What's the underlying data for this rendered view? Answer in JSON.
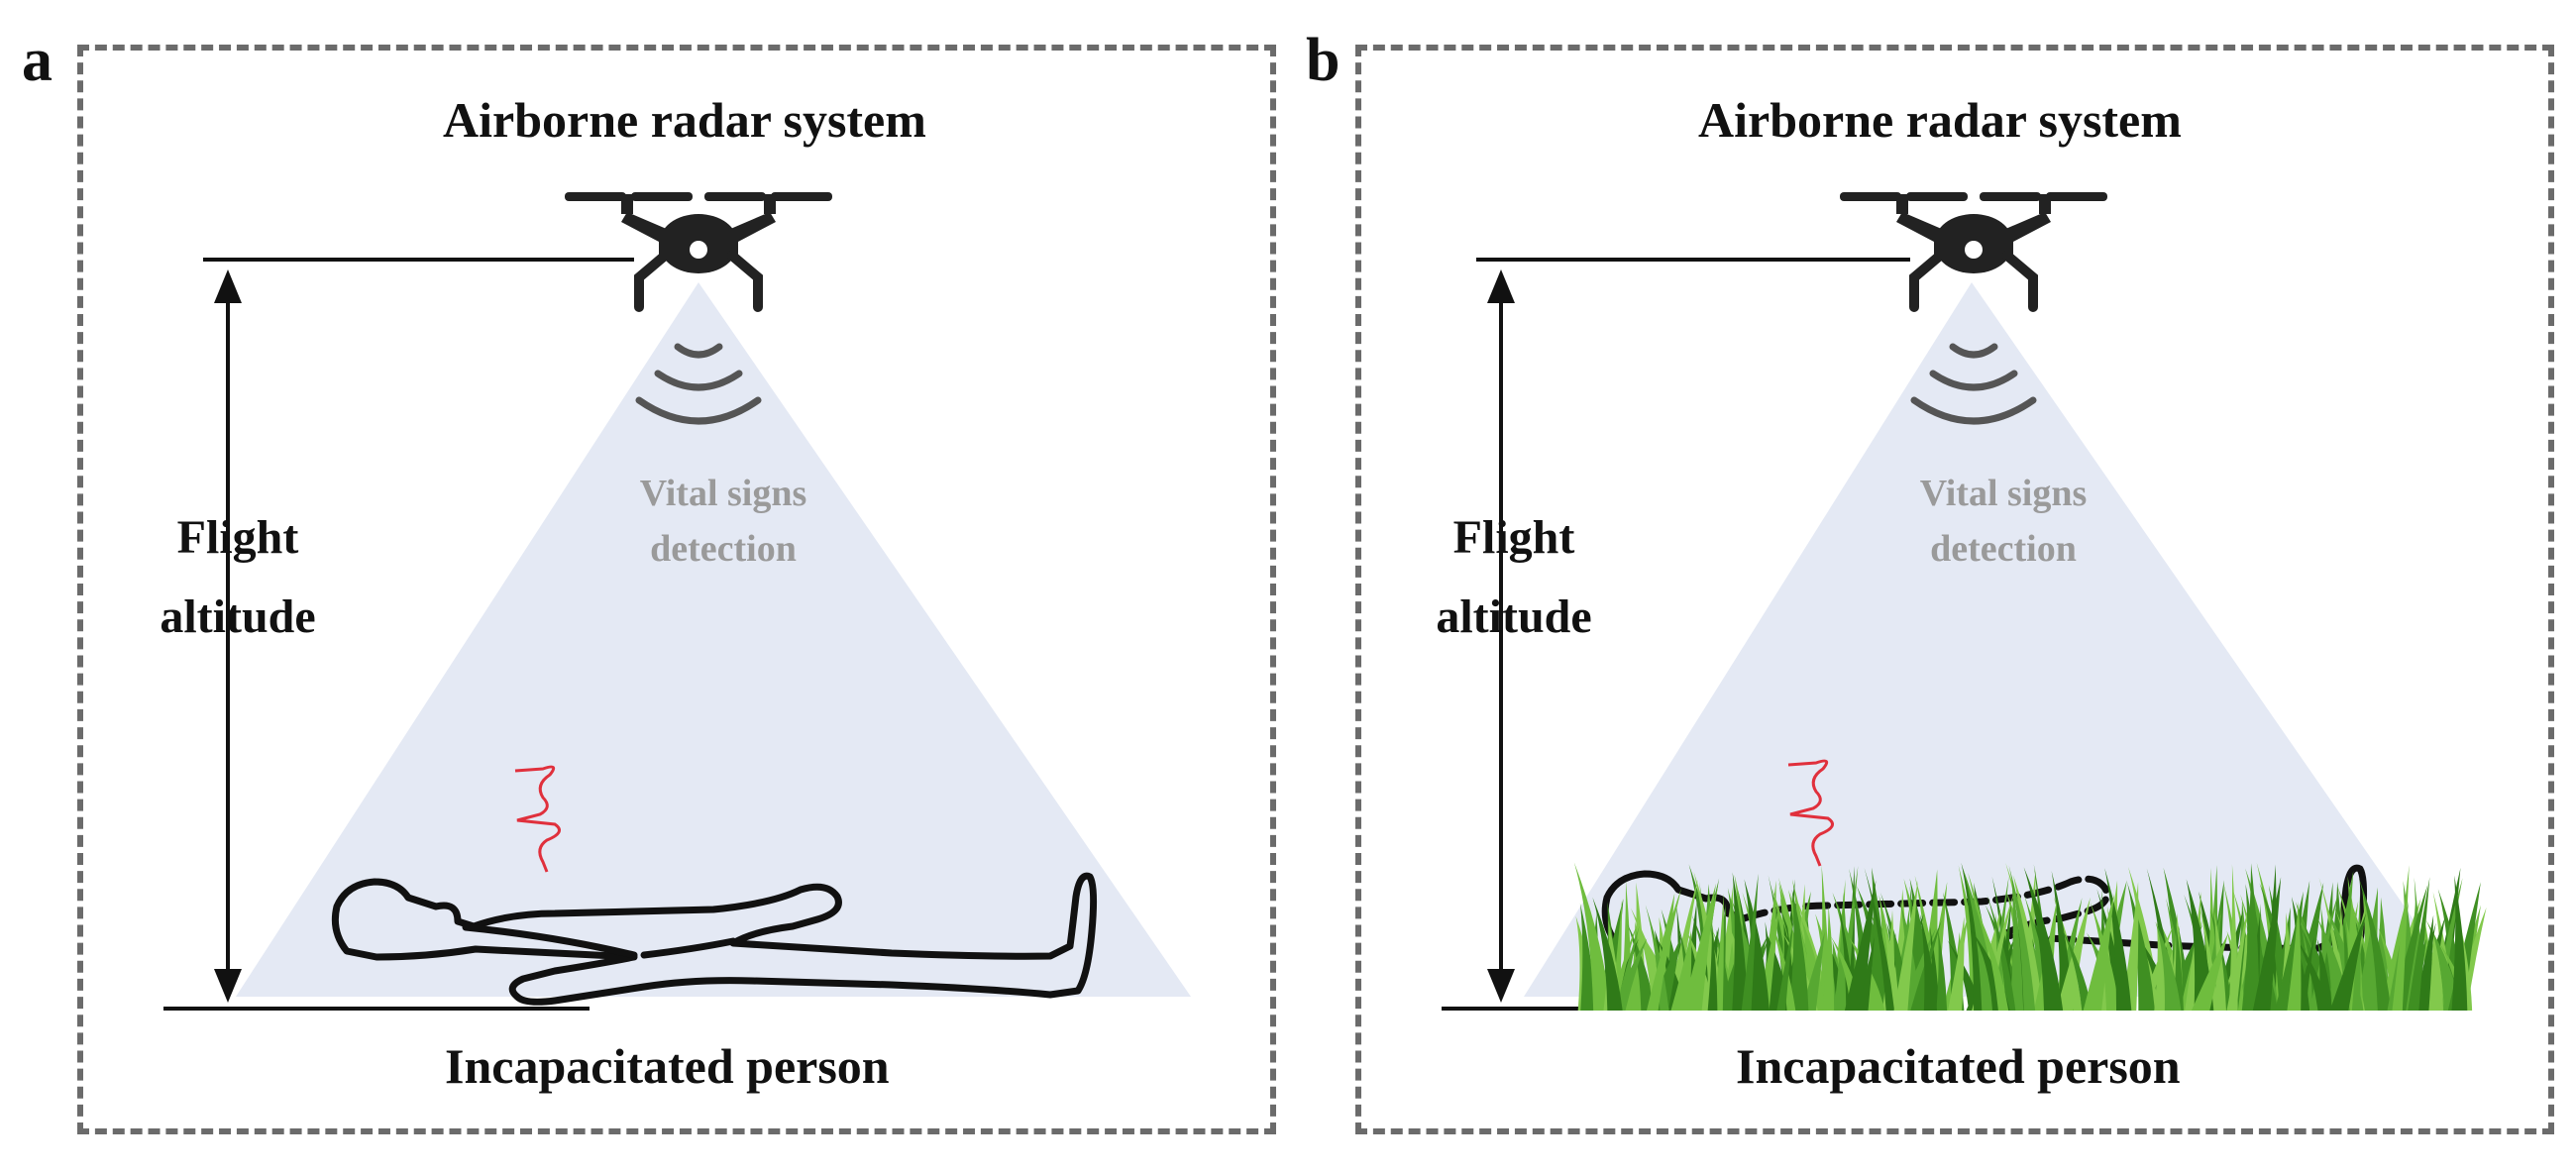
{
  "panels": [
    {
      "letter": "a",
      "title": "Airborne radar system",
      "altitude_line1": "Flight",
      "altitude_line2": "altitude",
      "vital_line1": "Vital signs",
      "vital_line2": "detection",
      "bottom_label": "Incapacitated person",
      "ground": "open"
    },
    {
      "letter": "b",
      "title": "Airborne radar system",
      "altitude_line1": "Flight",
      "altitude_line2": "altitude",
      "vital_line1": "Vital signs",
      "vital_line2": "detection",
      "bottom_label": "Incapacitated person",
      "ground": "grass"
    }
  ],
  "colors": {
    "beam": "#e4e9f4",
    "frame": "#6b6b6b",
    "vital_text": "#9a9a9a",
    "heartbeat": "#e0303c",
    "grass": "#4a9a2a"
  }
}
